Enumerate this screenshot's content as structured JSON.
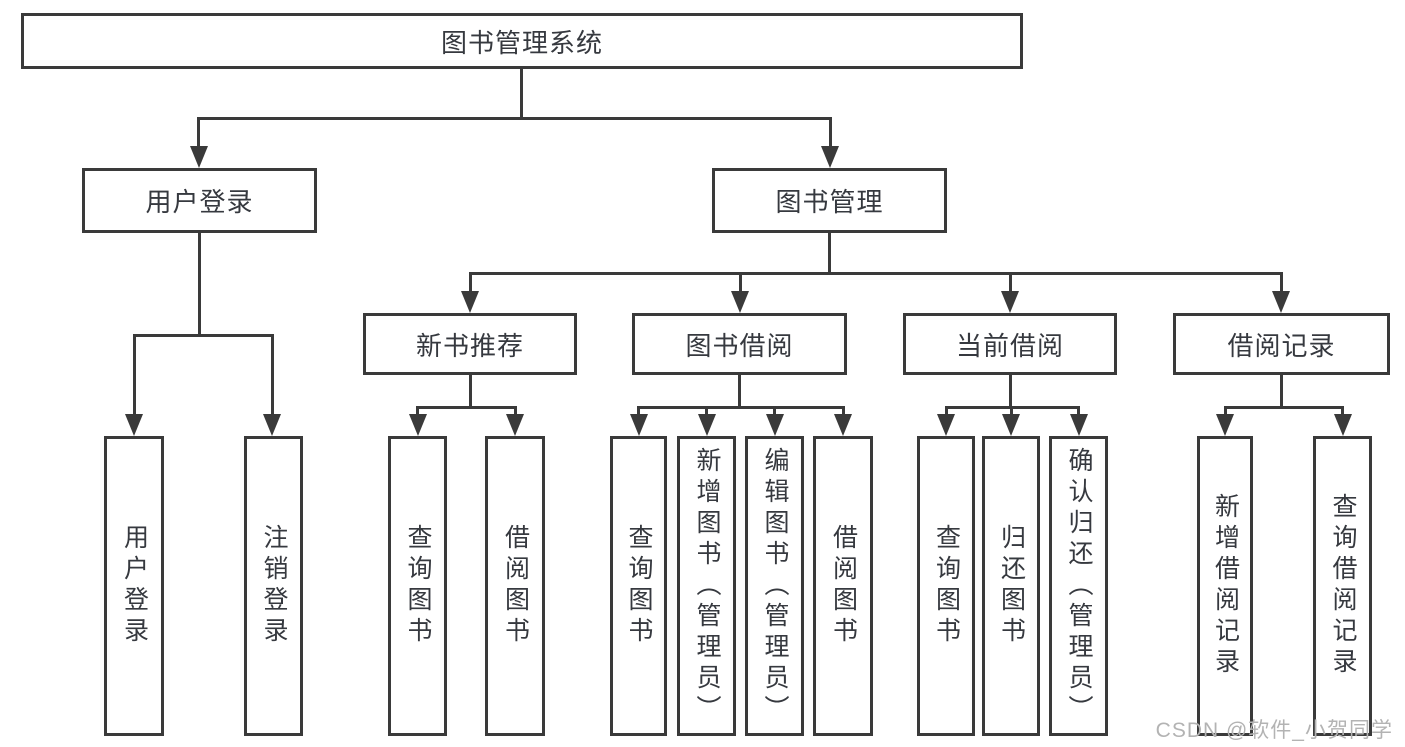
{
  "diagram": {
    "root": {
      "label": "图书管理系统"
    },
    "level2": [
      {
        "label": "用户登录"
      },
      {
        "label": "图书管理"
      }
    ],
    "level3": [
      {
        "label": "新书推荐",
        "parent": "图书管理"
      },
      {
        "label": "图书借阅",
        "parent": "图书管理"
      },
      {
        "label": "当前借阅",
        "parent": "图书管理"
      },
      {
        "label": "借阅记录",
        "parent": "图书管理"
      }
    ],
    "leaves": [
      {
        "label": "用户登录",
        "parent": "用户登录"
      },
      {
        "label": "注销登录",
        "parent": "用户登录"
      },
      {
        "label": "查询图书",
        "parent": "新书推荐"
      },
      {
        "label": "借阅图书",
        "parent": "新书推荐"
      },
      {
        "label": "查询图书",
        "parent": "图书借阅"
      },
      {
        "label": "新增图书（管理员）",
        "parent": "图书借阅"
      },
      {
        "label": "编辑图书（管理员）",
        "parent": "图书借阅"
      },
      {
        "label": "借阅图书",
        "parent": "图书借阅"
      },
      {
        "label": "查询图书",
        "parent": "当前借阅"
      },
      {
        "label": "归还图书",
        "parent": "当前借阅"
      },
      {
        "label": "确认归还（管理员）",
        "parent": "当前借阅"
      },
      {
        "label": "新增借阅记录",
        "parent": "借阅记录"
      },
      {
        "label": "查询借阅记录",
        "parent": "借阅记录"
      }
    ],
    "watermark": "CSDN @软件_小贺同学",
    "colors": {
      "line": "#3a3a3a",
      "text": "#36393f",
      "watermark": "#b3b3b3",
      "background": "#ffffff"
    }
  }
}
